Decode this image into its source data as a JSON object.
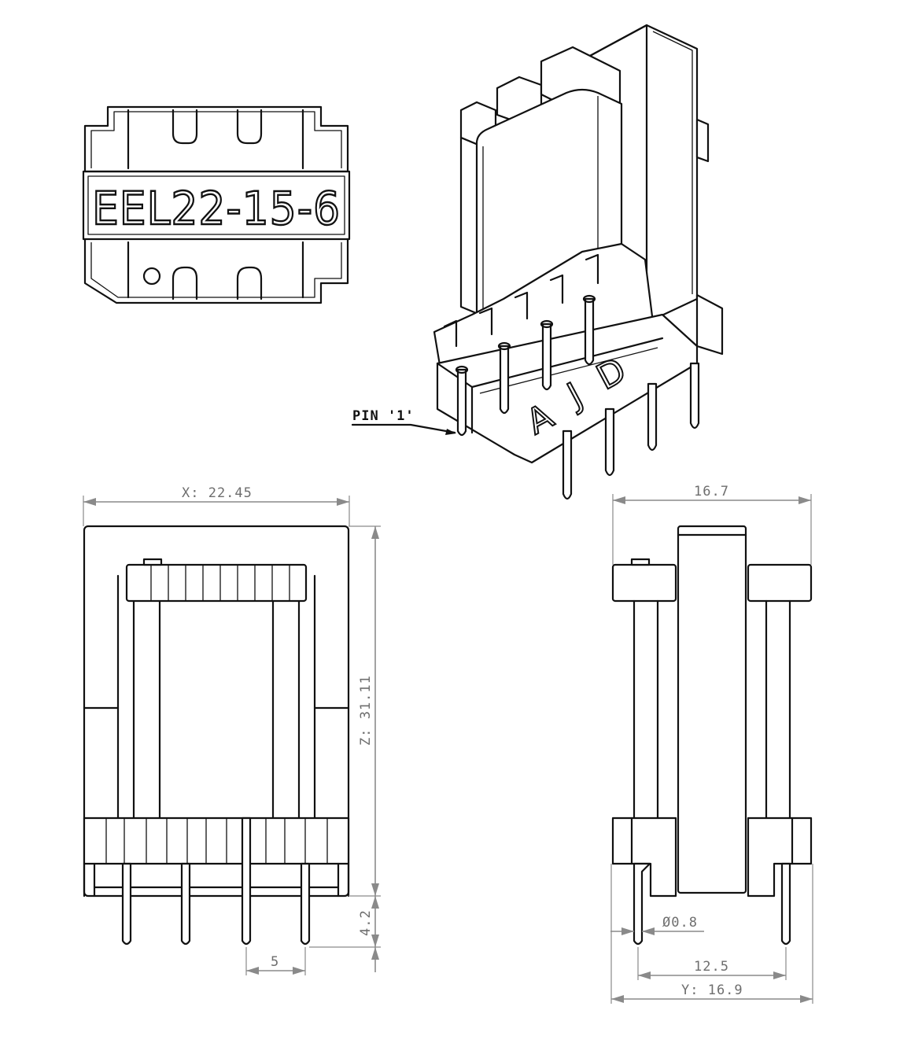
{
  "part_marking": "EEL22-15-6",
  "pin_label": "PIN '1'",
  "marking_letters": [
    "A",
    "J",
    "D"
  ],
  "dimensions": {
    "x": "X: 22.45",
    "z": "Z: 31.11",
    "pin_length": "4.2",
    "pin_pitch": "5",
    "depth": "16.7",
    "pin_diameter": "Ø0.8",
    "row_spacing": "12.5",
    "y": "Y: 16.9"
  }
}
